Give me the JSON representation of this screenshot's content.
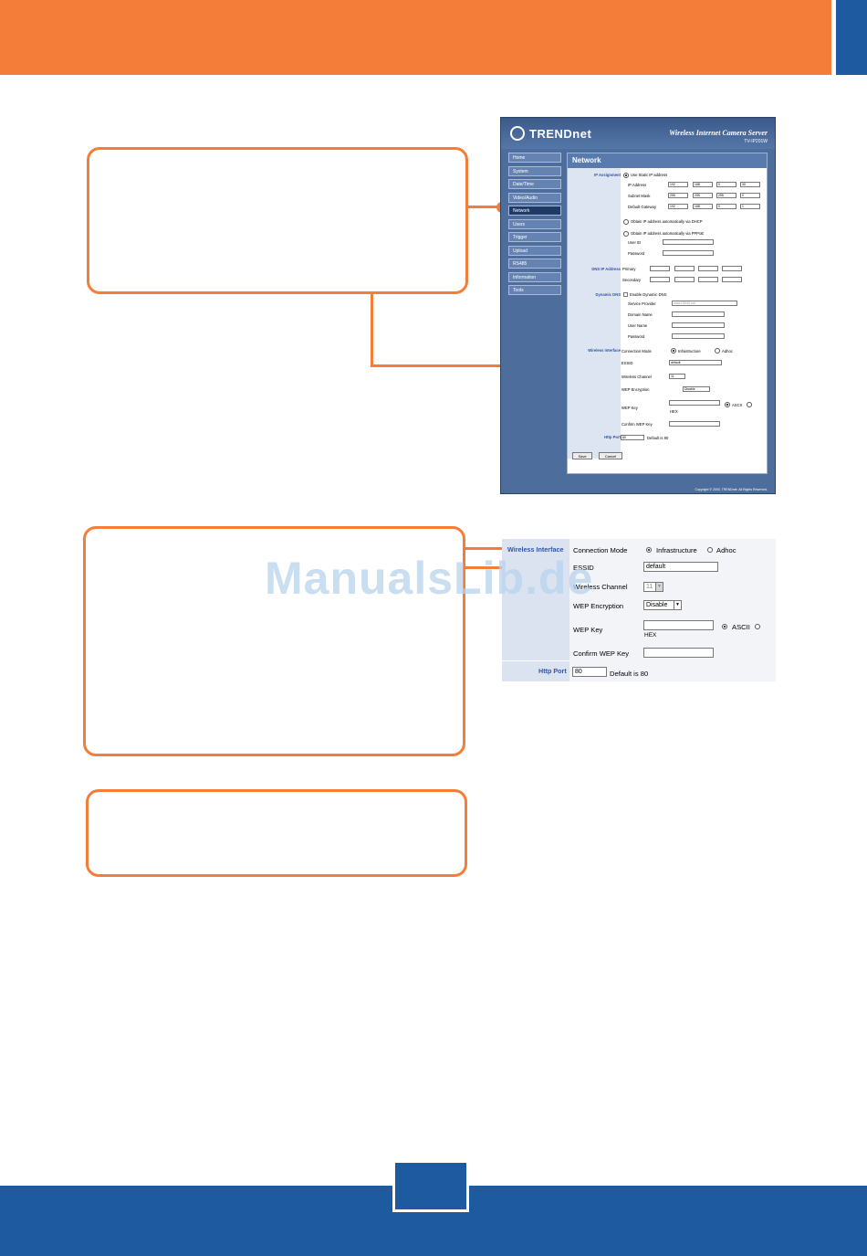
{
  "watermark": "ManualsLib.de",
  "screen1": {
    "logo": "TRENDnet",
    "product_title": "Wireless Internet Camera Server",
    "model": "TV-IP201W",
    "menu": [
      "Home",
      "System",
      "Date/Time",
      "Video/Audio",
      "Network",
      "Users",
      "Trigger",
      "Upload",
      "RS485",
      "Information",
      "Tools"
    ],
    "active_menu": "Network",
    "panel_title": "Network",
    "ip_assignment": {
      "section": "IP Assignment",
      "static_option": "Use Static IP address",
      "ip_label": "IP Address",
      "ip": [
        "192",
        "168",
        "0",
        "30"
      ],
      "mask_label": "Subnet Mask",
      "mask": [
        "255",
        "255",
        "255",
        "0"
      ],
      "gw_label": "Default Gateway",
      "gw": [
        "192",
        "168",
        "0",
        "1"
      ],
      "dhcp_option": "Obtain IP address automatically via DHCP",
      "pppoe_option": "Obtain IP address automatically via PPPoE",
      "user_id_label": "User ID",
      "password_label": "Password"
    },
    "dns": {
      "section": "DNS IP Address",
      "primary": "Primary",
      "secondary": "Secondary"
    },
    "ddns": {
      "section": "Dynamic DNS",
      "enable": "Enable Dynamic DNS",
      "provider_label": "Service Provider",
      "provider_value": "www.DDNS.net",
      "domain_label": "Domain Name",
      "user_label": "User Name",
      "password_label": "Password"
    },
    "wireless": {
      "section": "Wireless Interface",
      "mode_label": "Connection Mode",
      "infra": "Infrastructure",
      "adhoc": "Adhoc",
      "essid_label": "ESSID",
      "essid": "default",
      "channel_label": "Wireless Channel",
      "channel": "11",
      "wep_label": "WEP Encryption",
      "wep": "Disable",
      "key_label": "WEP Key",
      "ascii": "ASCII",
      "hex": "HEX",
      "confirm_label": "Confirm WEP Key"
    },
    "http": {
      "label": "Http Port",
      "value": "80",
      "note": "Default is 80"
    },
    "save": "Save",
    "cancel": "Cancel",
    "copyright": "Copyright © 2003, TRENDnet. All Rights Reserved."
  },
  "screen2": {
    "section": "Wireless Interface",
    "mode_label": "Connection Mode",
    "infra": "Infrastructure",
    "adhoc": "Adhoc",
    "essid_label": "ESSID",
    "essid": "default",
    "channel_label": "Wireless Channel",
    "channel": "11",
    "wep_label": "WEP Encryption",
    "wep": "Disable",
    "key_label": "WEP Key",
    "ascii": "ASCII",
    "hex": "HEX",
    "confirm_label": "Confirm WEP Key",
    "http_label": "Http Port",
    "http_value": "80",
    "http_note": "Default is 80"
  }
}
